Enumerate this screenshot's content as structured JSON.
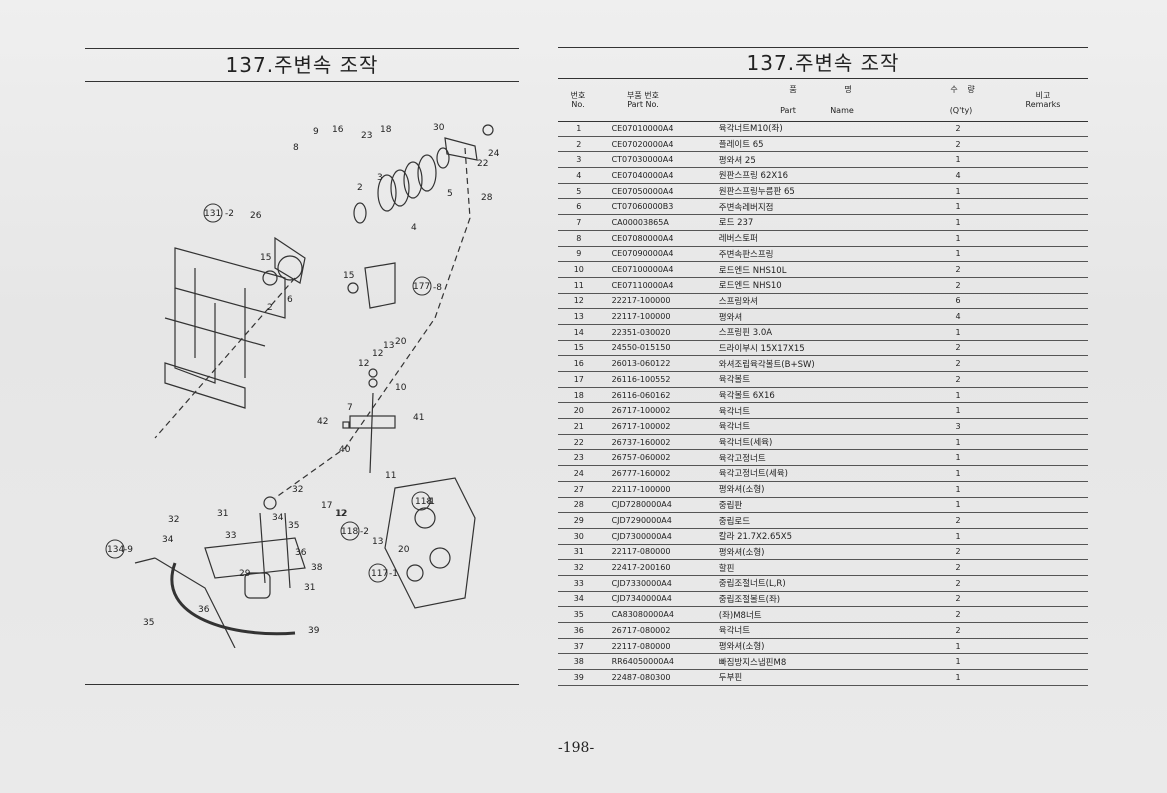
{
  "left": {
    "title": "137.주변속 조작"
  },
  "diagram": {
    "callouts": [
      "9",
      "16",
      "23",
      "18",
      "30",
      "24",
      "22",
      "28",
      "8",
      "3",
      "2",
      "5",
      "4",
      "131",
      "-2",
      "26",
      "15",
      "6",
      "2",
      "15",
      "177",
      "-8",
      "13",
      "20",
      "12",
      "12",
      "10",
      "7",
      "41",
      "42",
      "40",
      "11",
      "32",
      "17",
      "12",
      "118",
      "-1",
      "31",
      "34",
      "32",
      "35",
      "33",
      "36",
      "134",
      "-9",
      "34",
      "29",
      "38",
      "31",
      "36",
      "35",
      "39",
      "118",
      "-2",
      "12",
      "13",
      "20",
      "117",
      "-1"
    ]
  },
  "right": {
    "title": "137.주변속 조작",
    "header": {
      "no_ko": "번호",
      "no_en": "No.",
      "pn_ko": "부품 번호",
      "pn_en": "Part  No.",
      "name_ko_1": "품",
      "name_ko_2": "명",
      "name_en_1": "Part",
      "name_en_2": "Name",
      "qty_ko_1": "수",
      "qty_ko_2": "량",
      "qty_en": "(Q'ty)",
      "rem_ko": "비고",
      "rem_en": "Remarks"
    },
    "rows": [
      {
        "no": "1",
        "pn": "CE07010000A4",
        "name": "육각너트M10(좌)",
        "qty": "2"
      },
      {
        "no": "2",
        "pn": "CE07020000A4",
        "name": "플레이트 65",
        "qty": "2"
      },
      {
        "no": "3",
        "pn": "CT07030000A4",
        "name": "평와셔 25",
        "qty": "1"
      },
      {
        "no": "4",
        "pn": "CE07040000A4",
        "name": "원판스프링 62X16",
        "qty": "4"
      },
      {
        "no": "5",
        "pn": "CE07050000A4",
        "name": "원판스프링누름판 65",
        "qty": "1"
      },
      {
        "no": "6",
        "pn": "CT07060000B3",
        "name": "주변속레버지점",
        "qty": "1"
      },
      {
        "no": "7",
        "pn": "CA00003865A",
        "name": "로드 237",
        "qty": "1"
      },
      {
        "no": "8",
        "pn": "CE07080000A4",
        "name": "레버스토퍼",
        "qty": "1"
      },
      {
        "no": "9",
        "pn": "CE07090000A4",
        "name": "주변속판스프링",
        "qty": "1"
      },
      {
        "no": "10",
        "pn": "CE07100000A4",
        "name": "로드엔드 NHS10L",
        "qty": "2"
      },
      {
        "no": "11",
        "pn": "CE07110000A4",
        "name": "로드엔드 NHS10",
        "qty": "2"
      },
      {
        "no": "12",
        "pn": "22217-100000",
        "name": "스프링와셔",
        "qty": "6"
      },
      {
        "no": "13",
        "pn": "22117-100000",
        "name": "평와셔",
        "qty": "4"
      },
      {
        "no": "14",
        "pn": "22351-030020",
        "name": "스프링핀 3.0A",
        "qty": "1"
      },
      {
        "no": "15",
        "pn": "24550-015150",
        "name": "드라이부시 15X17X15",
        "qty": "2"
      },
      {
        "no": "16",
        "pn": "26013-060122",
        "name": "와셔조립육각볼트(B+SW)",
        "qty": "2"
      },
      {
        "no": "17",
        "pn": "26116-100552",
        "name": "육각볼트",
        "qty": "2"
      },
      {
        "no": "18",
        "pn": "26116-060162",
        "name": "육각볼트 6X16",
        "qty": "1"
      },
      {
        "no": "20",
        "pn": "26717-100002",
        "name": "육각너트",
        "qty": "1"
      },
      {
        "no": "21",
        "pn": "26717-100002",
        "name": "육각너트",
        "qty": "3"
      },
      {
        "no": "22",
        "pn": "26737-160002",
        "name": "육각너트(세육)",
        "qty": "1"
      },
      {
        "no": "23",
        "pn": "26757-060002",
        "name": "육각고정너트",
        "qty": "1"
      },
      {
        "no": "24",
        "pn": "26777-160002",
        "name": "육각고정너트(세육)",
        "qty": "1"
      },
      {
        "no": "27",
        "pn": "22117-100000",
        "name": "평와셔(소형)",
        "qty": "1"
      },
      {
        "no": "28",
        "pn": "CJD7280000A4",
        "name": "중립판",
        "qty": "1"
      },
      {
        "no": "29",
        "pn": "CJD7290000A4",
        "name": "중립로드",
        "qty": "2"
      },
      {
        "no": "30",
        "pn": "CJD7300000A4",
        "name": "칼라 21.7X2.65X5",
        "qty": "1"
      },
      {
        "no": "31",
        "pn": "22117-080000",
        "name": "평와셔(소형)",
        "qty": "2"
      },
      {
        "no": "32",
        "pn": "22417-200160",
        "name": "할핀",
        "qty": "2"
      },
      {
        "no": "33",
        "pn": "CJD7330000A4",
        "name": "중립조절너트(L,R)",
        "qty": "2"
      },
      {
        "no": "34",
        "pn": "CJD7340000A4",
        "name": "중립조절볼트(좌)",
        "qty": "2"
      },
      {
        "no": "35",
        "pn": "CA83080000A4",
        "name": "(좌)M8너트",
        "qty": "2"
      },
      {
        "no": "36",
        "pn": "26717-080002",
        "name": "육각너트",
        "qty": "2"
      },
      {
        "no": "37",
        "pn": "22117-080000",
        "name": "평와셔(소형)",
        "qty": "1"
      },
      {
        "no": "38",
        "pn": "RR64050000A4",
        "name": "빠짐방지스냅핀M8",
        "qty": "1"
      },
      {
        "no": "39",
        "pn": "22487-080300",
        "name": "두부핀",
        "qty": "1"
      }
    ]
  },
  "page_number": "-198-"
}
